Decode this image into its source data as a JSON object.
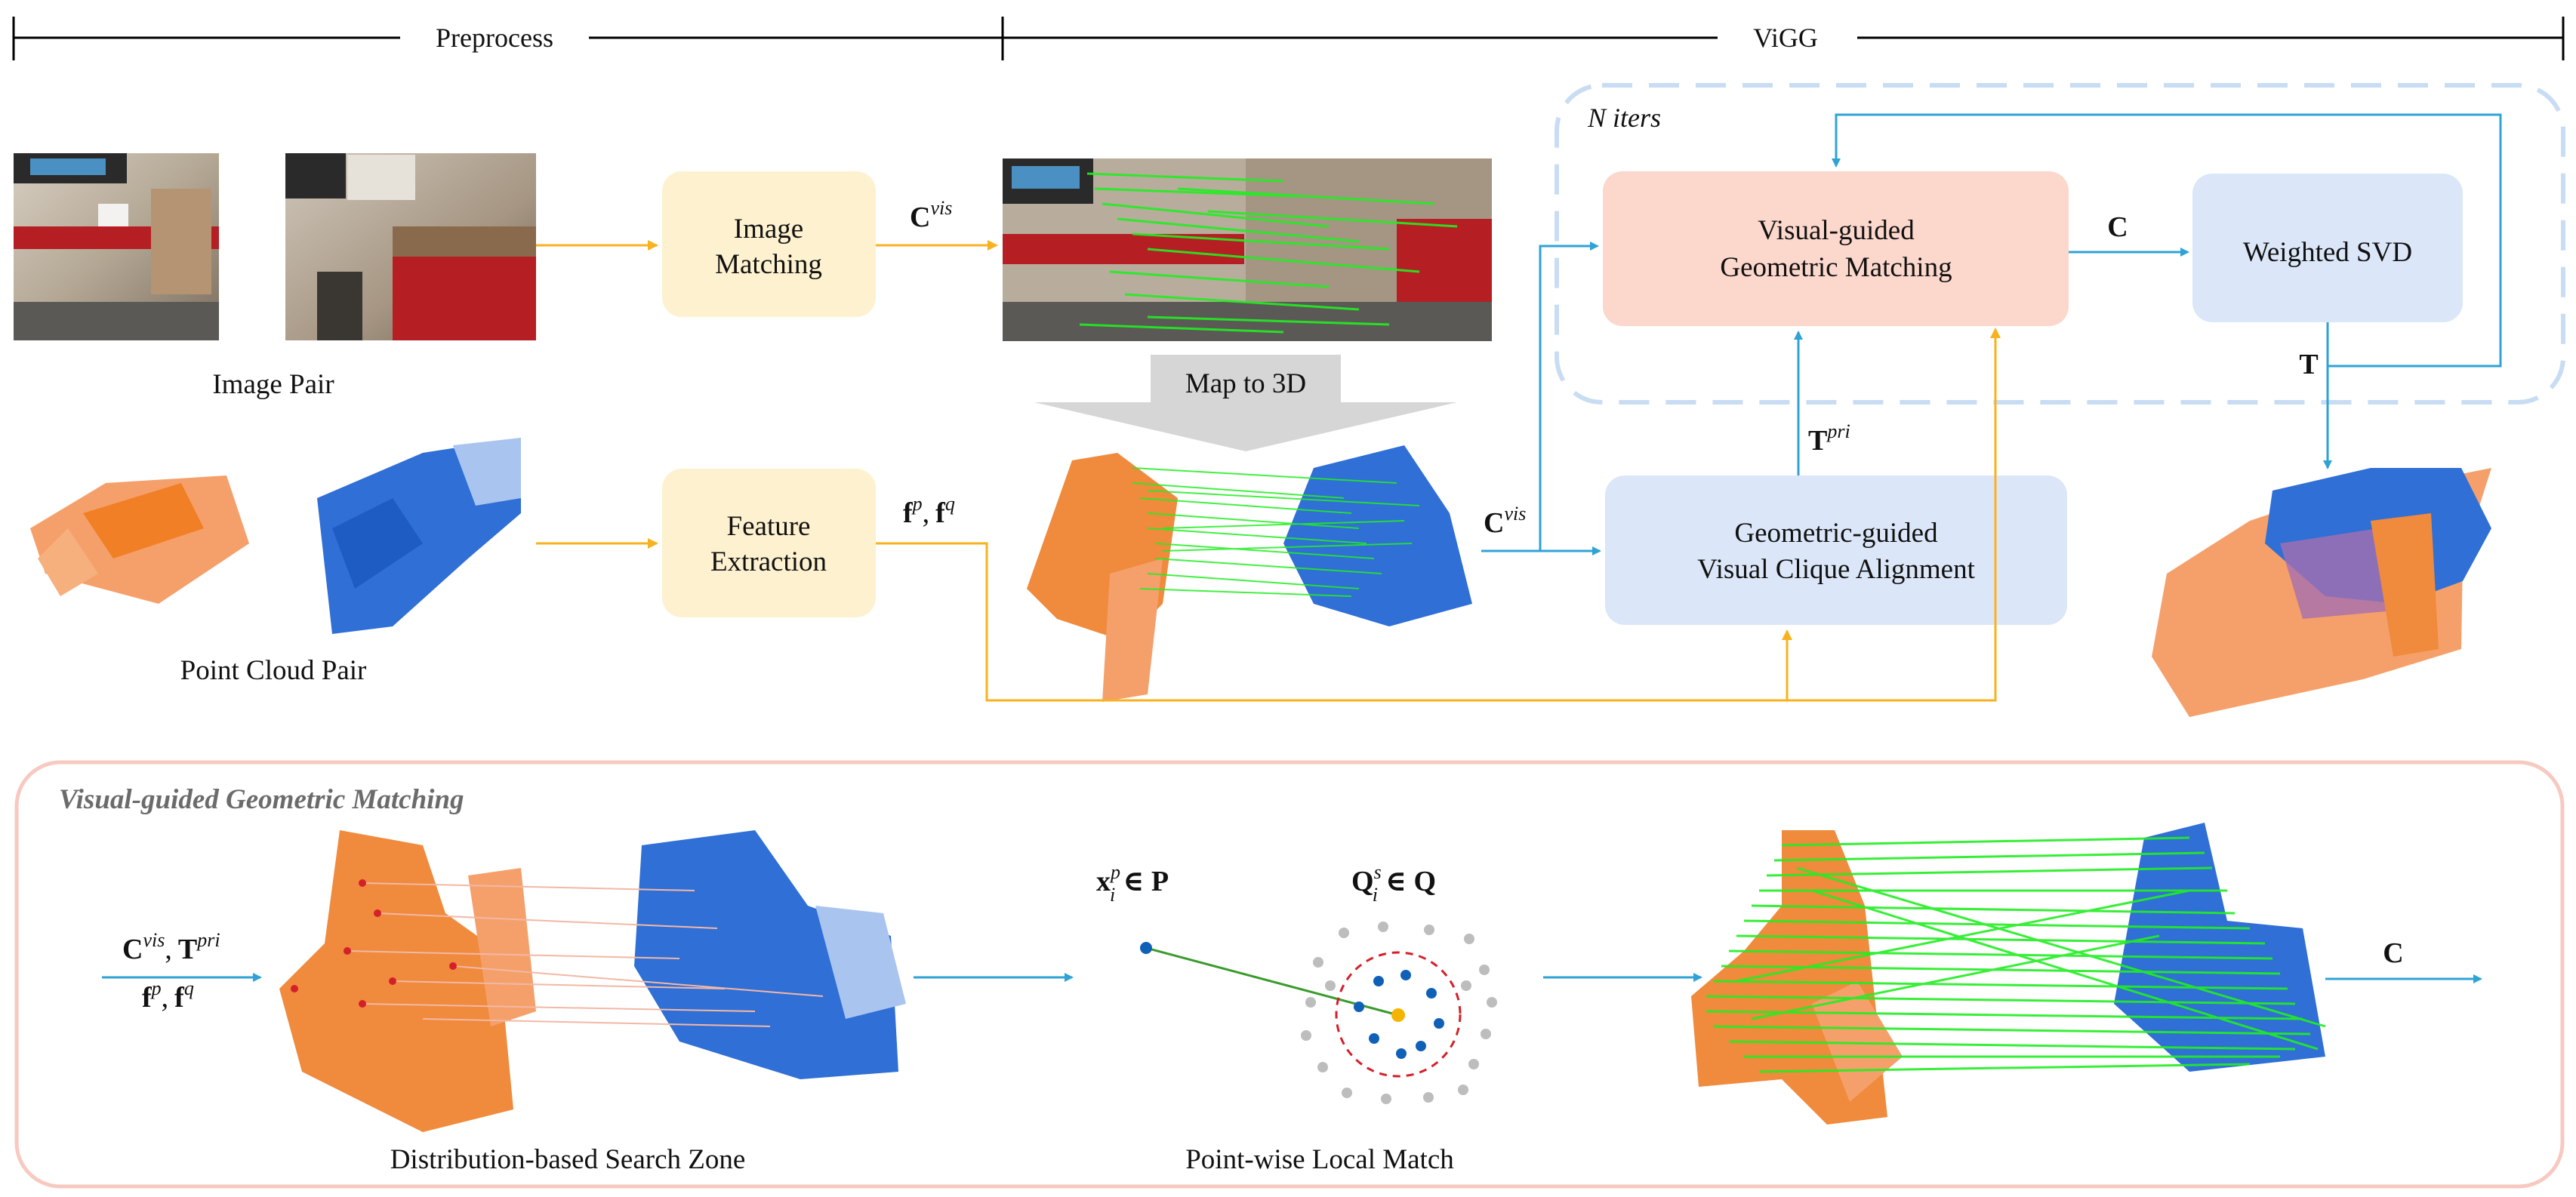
{
  "header": {
    "preprocess_label": "Preprocess",
    "vigg_label": "ViGG"
  },
  "loop": {
    "label": "N iters"
  },
  "boxes": {
    "image_matching": [
      "Image",
      "Matching"
    ],
    "feature_extraction": [
      "Feature",
      "Extraction"
    ],
    "visual_guided": [
      "Visual-guided",
      "Geometric Matching"
    ],
    "weighted_svd": "Weighted SVD",
    "geometric_guided": [
      "Geometric-guided",
      "Visual Clique Alignment"
    ],
    "map_to_3d": "Map to 3D"
  },
  "captions": {
    "image_pair": "Image Pair",
    "point_cloud_pair": "Point Cloud Pair",
    "search_zone": "Distribution-based Search Zone",
    "local_match": "Point-wise Local Match"
  },
  "panel": {
    "title": "Visual-guided Geometric Matching"
  },
  "math": {
    "C": "C",
    "vis": "vis",
    "T": "T",
    "pri": "pri",
    "f": "f",
    "p": "p",
    "q": "q",
    "comma": ",",
    "x": "x",
    "i": "i",
    "in_P": "∈ P",
    "Q": "Q",
    "s": "s",
    "in_Q": "∈ Q"
  },
  "colors": {
    "orange": "#f7931e",
    "orange_cloud": "#f08a3c",
    "blue_cloud": "#2f74d8",
    "yellow_box": "#fdf1cf",
    "pink_box": "#fbd7cc",
    "blue_box": "#dbe7f8",
    "arrow_blue": "#2fa3d6",
    "arrow_orange": "#f9b21f",
    "match_green": "#22ee22",
    "panel_border": "#f7c9c0"
  },
  "icons": [
    "image-pair-photo",
    "point-cloud-orange",
    "point-cloud-blue",
    "matched-images-photo",
    "registered-cloud"
  ]
}
